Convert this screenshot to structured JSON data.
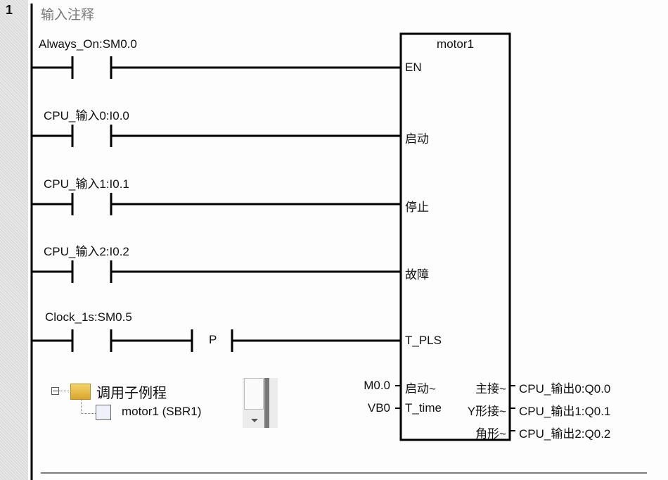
{
  "network": {
    "number": "1",
    "comment": "输入注释"
  },
  "rungs": [
    {
      "label": "Always_On:SM0.0",
      "pin": "EN"
    },
    {
      "label": "CPU_输入0:I0.0",
      "pin": "启动"
    },
    {
      "label": "CPU_输入1:I0.1",
      "pin": "停止"
    },
    {
      "label": "CPU_输入2:I0.2",
      "pin": "故障"
    },
    {
      "label": "Clock_1s:SM0.5",
      "pin": "T_PLS",
      "edge": "P"
    }
  ],
  "block": {
    "title": "motor1",
    "inputs": [
      {
        "pin": "启动~",
        "operand": "M0.0"
      },
      {
        "pin": "T_time",
        "operand": "VB0"
      }
    ],
    "outputs": [
      {
        "pin": "主接~",
        "operand": "CPU_输出0:Q0.0"
      },
      {
        "pin": "Y形接~",
        "operand": "CPU_输出1:Q0.1"
      },
      {
        "pin": "角形~",
        "operand": "CPU_输出2:Q0.2"
      }
    ]
  },
  "tree": {
    "folder": "调用子例程",
    "item": "motor1 (SBR1)"
  }
}
